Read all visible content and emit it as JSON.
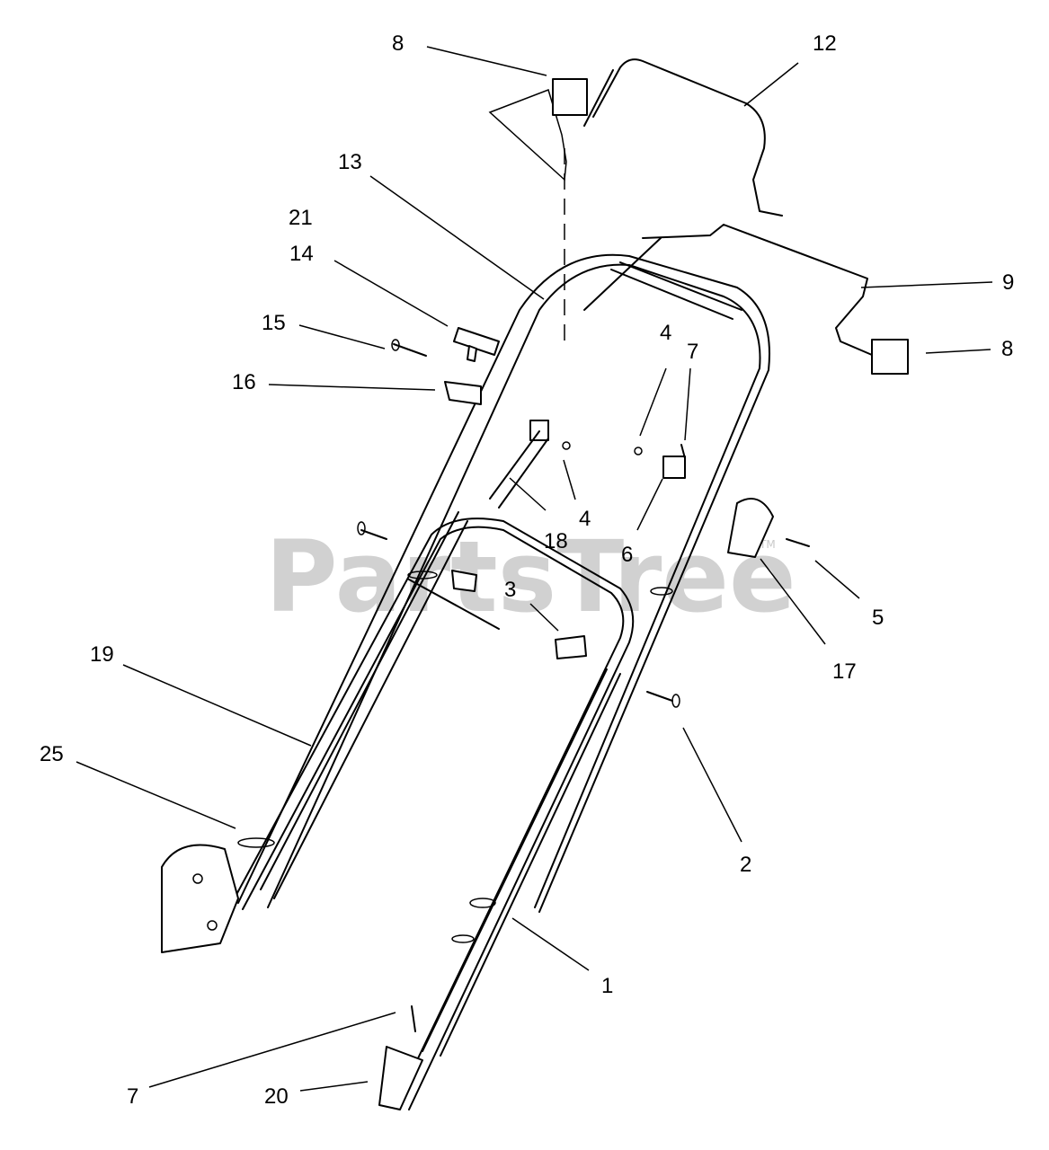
{
  "watermark": {
    "text": "PartsTree",
    "trademark": "TM"
  },
  "callouts": {
    "c8a": "8",
    "c12": "12",
    "c13": "13",
    "c21": "21",
    "c14": "14",
    "c9": "9",
    "c15": "15",
    "c4a": "4",
    "c7a": "7",
    "c8b": "8",
    "c16": "16",
    "c4b": "4",
    "c18": "18",
    "c6": "6",
    "c5": "5",
    "c3": "3",
    "c17": "17",
    "c19": "19",
    "c25": "25",
    "c2": "2",
    "c1": "1",
    "c7b": "7",
    "c20": "20"
  }
}
